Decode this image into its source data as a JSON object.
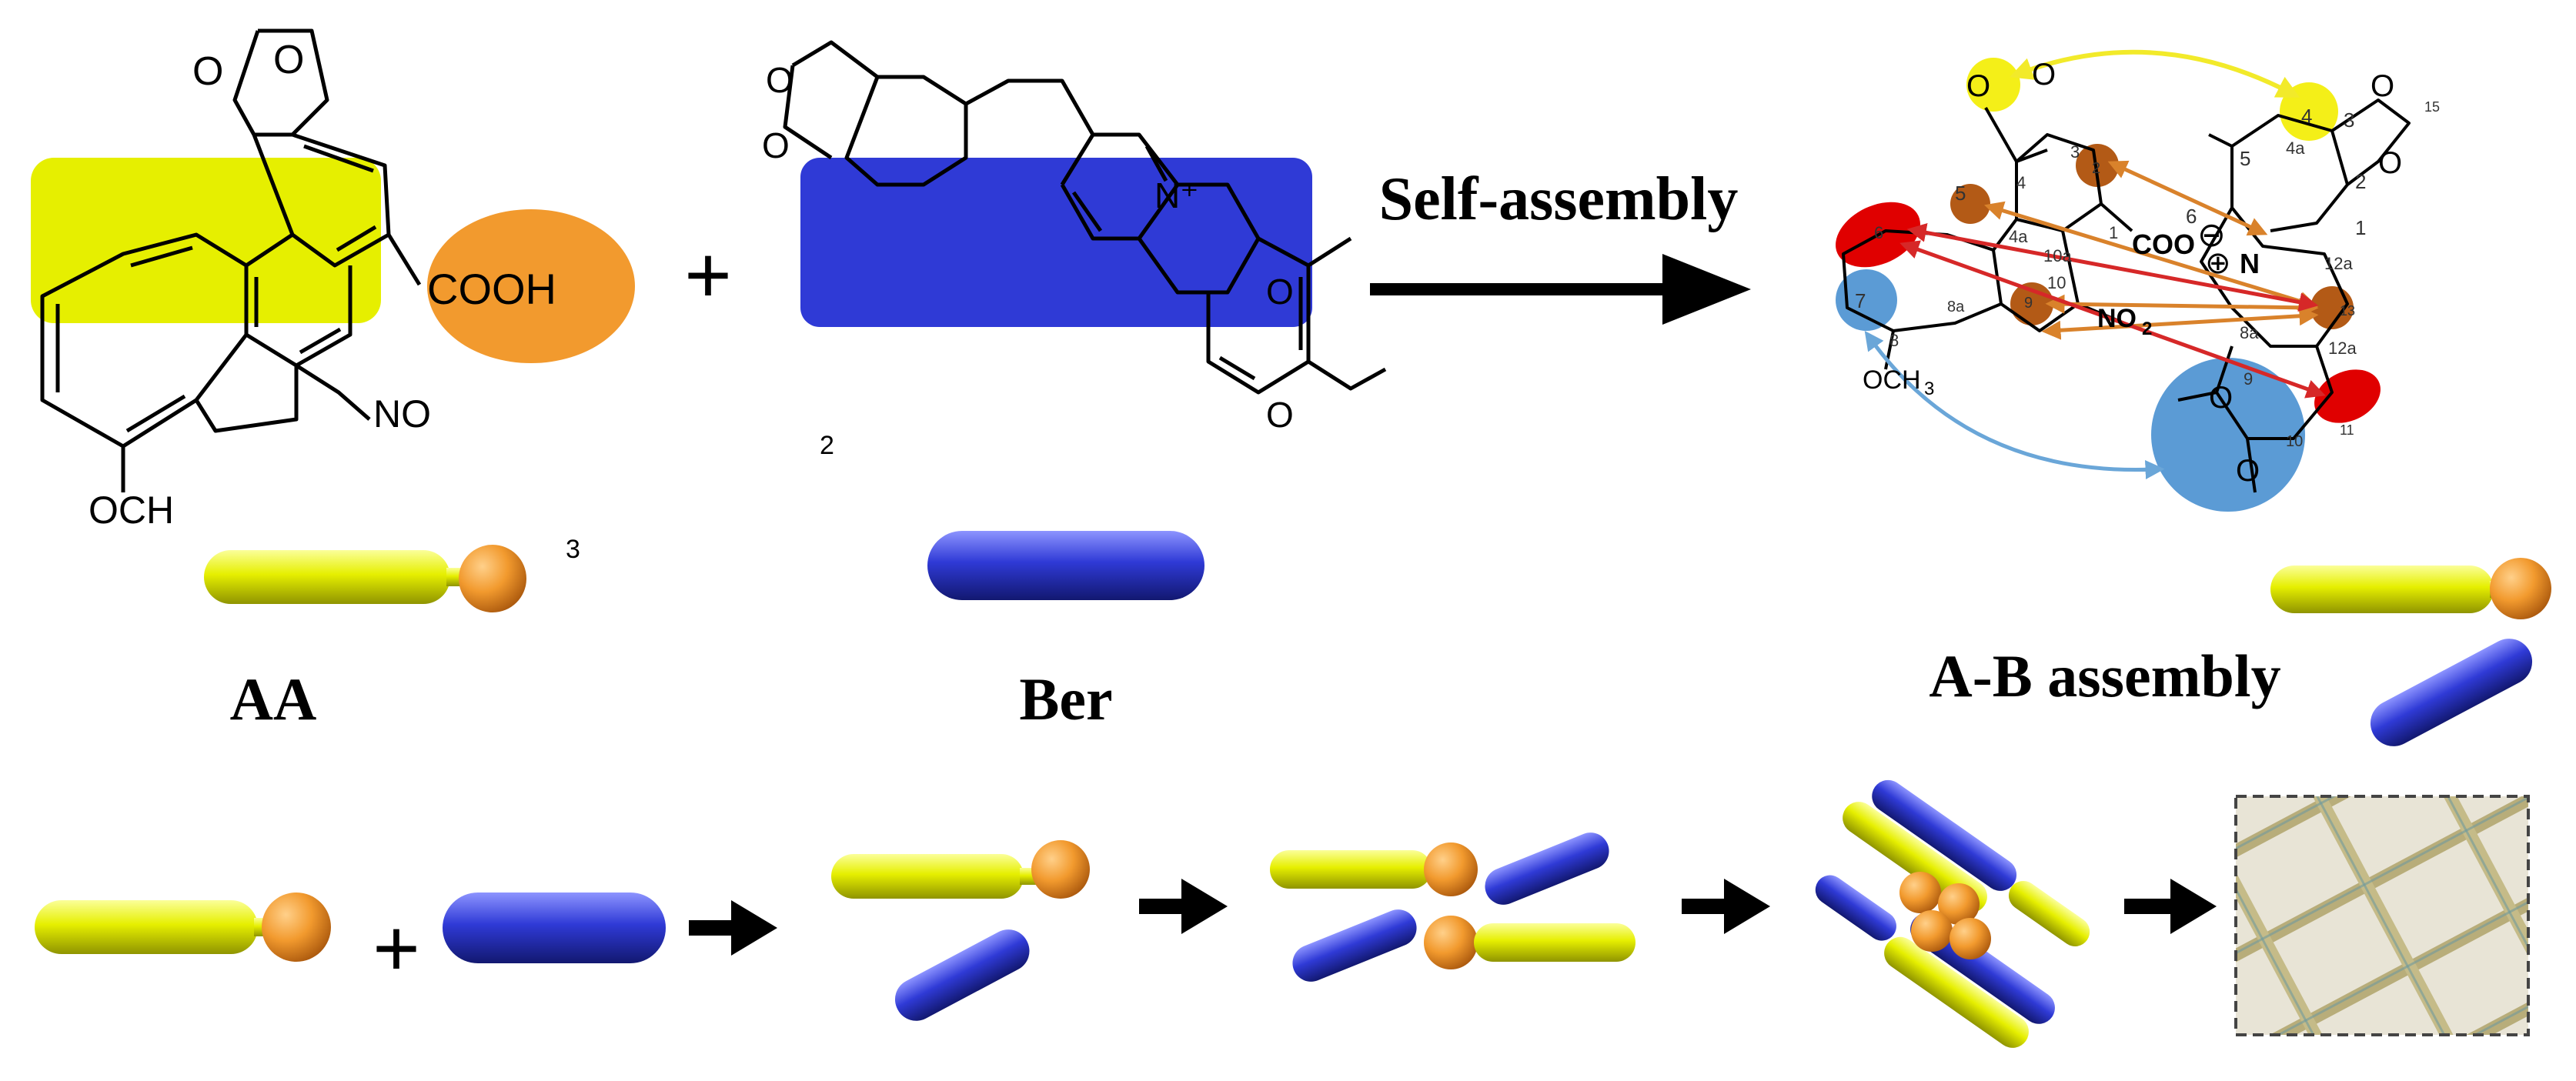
{
  "colors": {
    "yellow": "#e6ef00",
    "orange": "#f29a2e",
    "blue": "#2f3ad6",
    "light_blue": "#5b9bd5",
    "red": "#e00000",
    "brown": "#b35a16",
    "arrow_yellow": "#f2ea2a",
    "arrow_orange": "#d9822b",
    "arrow_red": "#d62828",
    "arrow_blue": "#6aa6d8",
    "mesh_fill": "#dcd7c8",
    "mesh_strand": "#b8ad7a"
  },
  "left_molecule": {
    "group_label": "COOH",
    "nitro_label": "NO",
    "methoxy_label": "OCH",
    "side_number": "3",
    "name": "AA"
  },
  "middle_molecule": {
    "plus_sign": "+",
    "cation_label": "N⁺",
    "side_number": "2",
    "name": "Ber"
  },
  "reaction": {
    "label": "Self-assembly"
  },
  "right_complex": {
    "carboxylate_label": "COO",
    "anion_sign": "⊖",
    "cation_sign": "⊕",
    "nitrogen_label": "N",
    "nitro_label": "NO",
    "nitro_sub": "2",
    "methoxy_label": "OCH",
    "methoxy_sub": "3",
    "name": "A-B assembly",
    "atom_numbers": [
      "4",
      "3",
      "15",
      "5",
      "4a",
      "2",
      "6",
      "1",
      "12a",
      "13",
      "12a",
      "8a",
      "9",
      "10",
      "11",
      "3",
      "2",
      "4",
      "4a",
      "5",
      "6",
      "7",
      "8",
      "8a",
      "9",
      "10",
      "10a",
      "1"
    ]
  },
  "bottom_row": {
    "plus_sign": "+"
  }
}
